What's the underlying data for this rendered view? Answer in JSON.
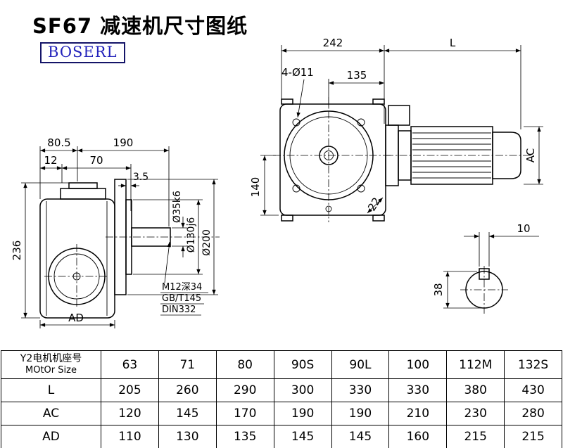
{
  "title": "SF67 减速机尺寸图纸",
  "logo": "BOSERL",
  "drawing": {
    "side_view": {
      "dim_80_5": "80.5",
      "dim_190": "190",
      "dim_12": "12",
      "dim_70": "70",
      "dim_3_5": "3.5",
      "dim_236": "236",
      "dim_ad": "AD",
      "dia_shaft": "Ø35k6",
      "dia_spigot": "Ø130j6",
      "dia_flange": "Ø200",
      "note_thread": "M12深34",
      "note_gb": "GB/T145",
      "note_din": "DIN332"
    },
    "front_view": {
      "dim_242": "242",
      "dim_l": "L",
      "dim_holes": "4-Ø11",
      "dim_135": "135",
      "dim_140": "140",
      "dim_22": "22",
      "dim_ac": "AC"
    },
    "shaft_view": {
      "dim_10": "10",
      "dim_38": "38"
    }
  },
  "table": {
    "header": {
      "line1": "Y2电机机座号",
      "line2": "MOtOr Size"
    },
    "columns": [
      "63",
      "71",
      "80",
      "90S",
      "90L",
      "100",
      "112M",
      "132S"
    ],
    "rows": [
      {
        "label": "L",
        "values": [
          "205",
          "260",
          "290",
          "300",
          "330",
          "330",
          "380",
          "430"
        ]
      },
      {
        "label": "AC",
        "values": [
          "120",
          "145",
          "170",
          "190",
          "190",
          "210",
          "230",
          "280"
        ]
      },
      {
        "label": "AD",
        "values": [
          "110",
          "130",
          "135",
          "145",
          "145",
          "160",
          "215",
          "215"
        ]
      }
    ]
  }
}
